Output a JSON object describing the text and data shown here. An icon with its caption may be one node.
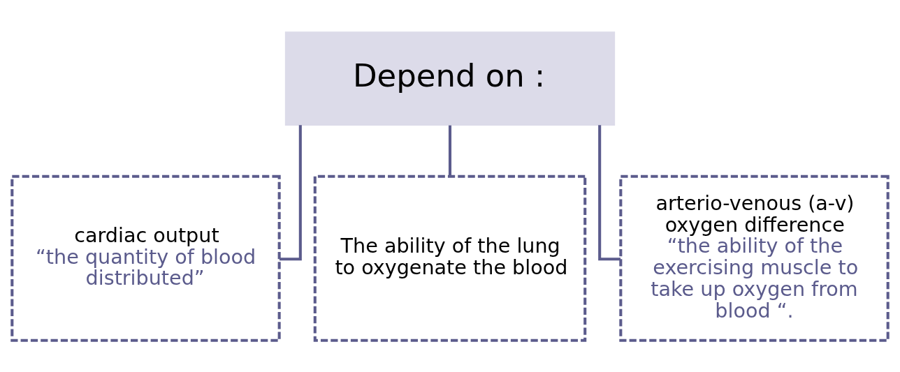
{
  "diagram": {
    "nodes": [
      {
        "text": [
          "Depend on :"
        ]
      },
      {
        "text": [
          "cardiac output",
          "“the quantity of blood distributed”"
        ]
      },
      {
        "text": [
          "The ability of the lung to oxygenate the blood"
        ]
      },
      {
        "text": [
          "arterio-venous (a-v) oxygen difference",
          "“the ability of the exercising muscle to take up oxygen from blood “."
        ]
      }
    ],
    "edges": [
      {
        "from": 0,
        "to": 1,
        "arrow": "none"
      },
      {
        "from": 0,
        "to": 2,
        "arrow": "none"
      },
      {
        "from": 0,
        "to": 3,
        "arrow": "none"
      }
    ]
  }
}
